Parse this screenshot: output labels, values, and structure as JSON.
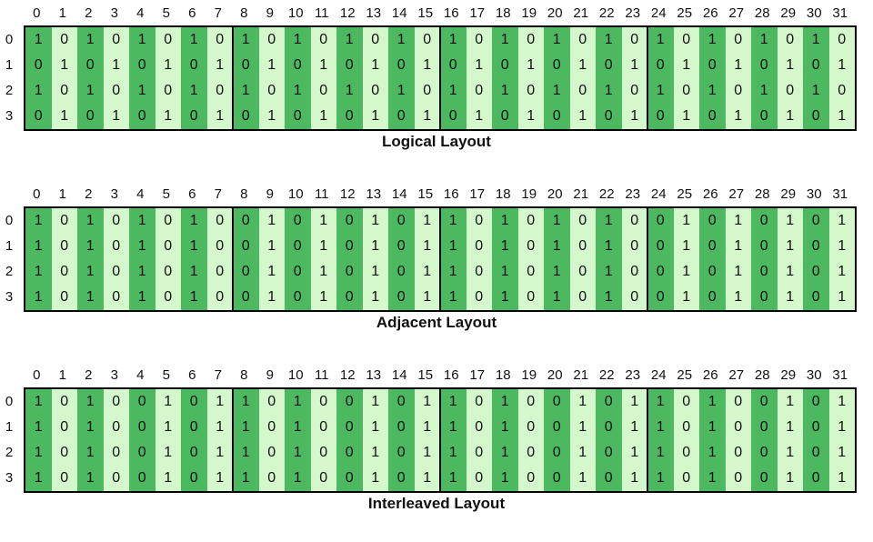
{
  "columns": [
    "0",
    "1",
    "2",
    "3",
    "4",
    "5",
    "6",
    "7",
    "8",
    "9",
    "10",
    "11",
    "12",
    "13",
    "14",
    "15",
    "16",
    "17",
    "18",
    "19",
    "20",
    "21",
    "22",
    "23",
    "24",
    "25",
    "26",
    "27",
    "28",
    "29",
    "30",
    "31"
  ],
  "rows": [
    "0",
    "1",
    "2",
    "3"
  ],
  "colors": {
    "dark_cell": "#4cb860",
    "light_cell": "#d4f7cc",
    "border": "#000000"
  },
  "layouts": [
    {
      "caption": "Logical Layout",
      "grid": [
        "10101010101010101010101010101010",
        "01010101010101010101010101010101",
        "10101010101010101010101010101010",
        "01010101010101010101010101010101"
      ]
    },
    {
      "caption": "Adjacent Layout",
      "grid": [
        "10101010010101011010101001010101",
        "10101010010101011010101001010101",
        "10101010010101011010101001010101",
        "10101010010101011010101001010101"
      ]
    },
    {
      "caption": "Interleaved Layout",
      "grid": [
        "10100101101001011010010110100101",
        "10100101101001011010010110100101",
        "10100101101001011010010110100101",
        "10100101101001011010010110100101"
      ]
    }
  ]
}
